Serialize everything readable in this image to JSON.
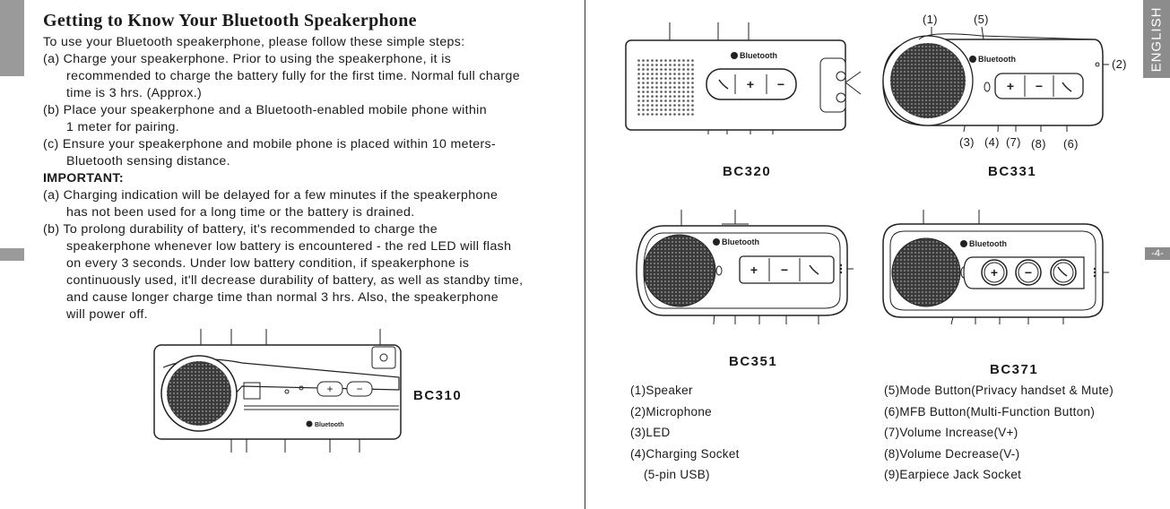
{
  "left": {
    "title": "Getting to Know Your Bluetooth Speakerphone",
    "intro": "To use your Bluetooth speakerphone, please follow these simple steps:",
    "steps": [
      {
        "line1": "(a) Charge your speakerphone.  Prior to using the speakerphone, it is",
        "rest": [
          "recommended to charge the battery fully for the first time.  Normal full charge",
          "time is 3 hrs. (Approx.)"
        ]
      },
      {
        "line1": "(b) Place your speakerphone and a Bluetooth-enabled mobile phone within",
        "rest": [
          "1 meter for pairing."
        ]
      },
      {
        "line1": "(c) Ensure your speakerphone and mobile phone is placed within 10 meters-",
        "rest": [
          "Bluetooth sensing distance."
        ]
      }
    ],
    "important_label": "IMPORTANT:",
    "important": [
      {
        "line1": "(a) Charging indication will be delayed for a few minutes if the speakerphone",
        "rest": [
          "has not been used for a long time or the battery is drained."
        ]
      },
      {
        "line1": "(b) To prolong durability of battery, it's recommended to charge the",
        "rest": [
          "speakerphone whenever low battery is encountered - the red LED will flash",
          "on every 3 seconds.  Under low battery condition, if speakerphone is",
          "continuously used, it'll decrease durability of battery, as well as standby time,",
          "and cause longer charge time than normal 3 hrs.  Also, the speakerphone",
          "will power off."
        ]
      }
    ],
    "bc310_label": "BC310",
    "brand_text": "Bluetooth"
  },
  "right": {
    "side_tab": "ENGLISH",
    "page_number": "-4-",
    "models": {
      "bc320": "BC320",
      "bc331": "BC331",
      "bc351": "BC351",
      "bc371": "BC371"
    },
    "callouts": {
      "c1": "(1)",
      "c5": "(5)",
      "c2": "(2)",
      "c3": "(3)",
      "c4": "(4)",
      "c7": "(7)",
      "c8": "(8)",
      "c6": "(6)"
    },
    "legend_left": [
      "(1)Speaker",
      "(2)Microphone",
      "(3)LED",
      "(4)Charging Socket",
      "(5-pin USB)"
    ],
    "legend_right": [
      "(5)Mode Button(Privacy handset & Mute)",
      "(6)MFB Button(Multi-Function Button)",
      "(7)Volume Increase(V+)",
      "(8)Volume Decrease(V-)",
      "(9)Earpiece Jack Socket"
    ]
  }
}
